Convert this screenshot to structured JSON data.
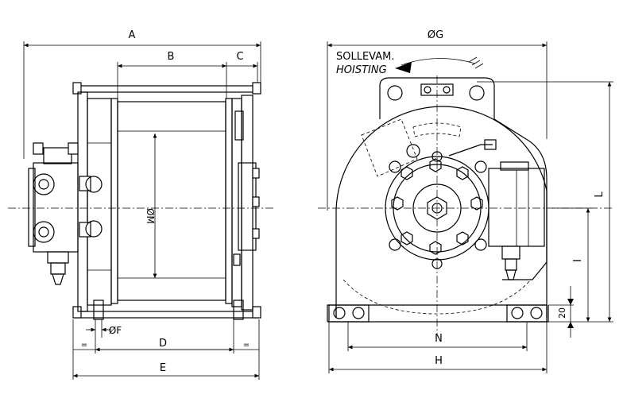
{
  "labels": {
    "A": "A",
    "B": "B",
    "C": "C",
    "D": "D",
    "E": "E",
    "F": "ØF",
    "G": "ØG",
    "H": "H",
    "I": "I",
    "L": "L",
    "M": "ØM",
    "N": "N",
    "dim20": "20",
    "eq_left": "=",
    "eq_right": "="
  },
  "note": {
    "line1": "SOLLEVAM.",
    "line2": "HOISTING"
  }
}
